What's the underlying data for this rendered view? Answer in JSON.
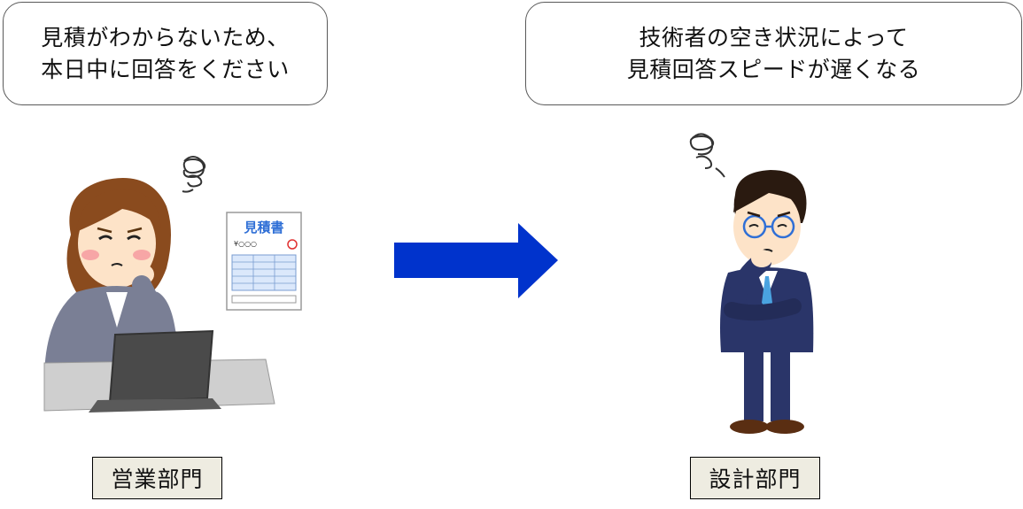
{
  "left_bubble": {
    "line1": "見積がわからないため、",
    "line2": "本日中に回答をください"
  },
  "right_bubble": {
    "line1": "技術者の空き状況によって",
    "line2": "見積回答スピードが遅くなる"
  },
  "document": {
    "title": "見積書",
    "amount": "¥○○○"
  },
  "departments": {
    "sales": "営業部門",
    "design": "設計部門"
  },
  "colors": {
    "arrow": "#0033cc",
    "label_bg": "#eeece1",
    "doc_title": "#2f6fd6",
    "suit": "#2a3569"
  },
  "icons": {
    "worry": "scribble-worry-icon",
    "arrow": "right-arrow-icon"
  }
}
